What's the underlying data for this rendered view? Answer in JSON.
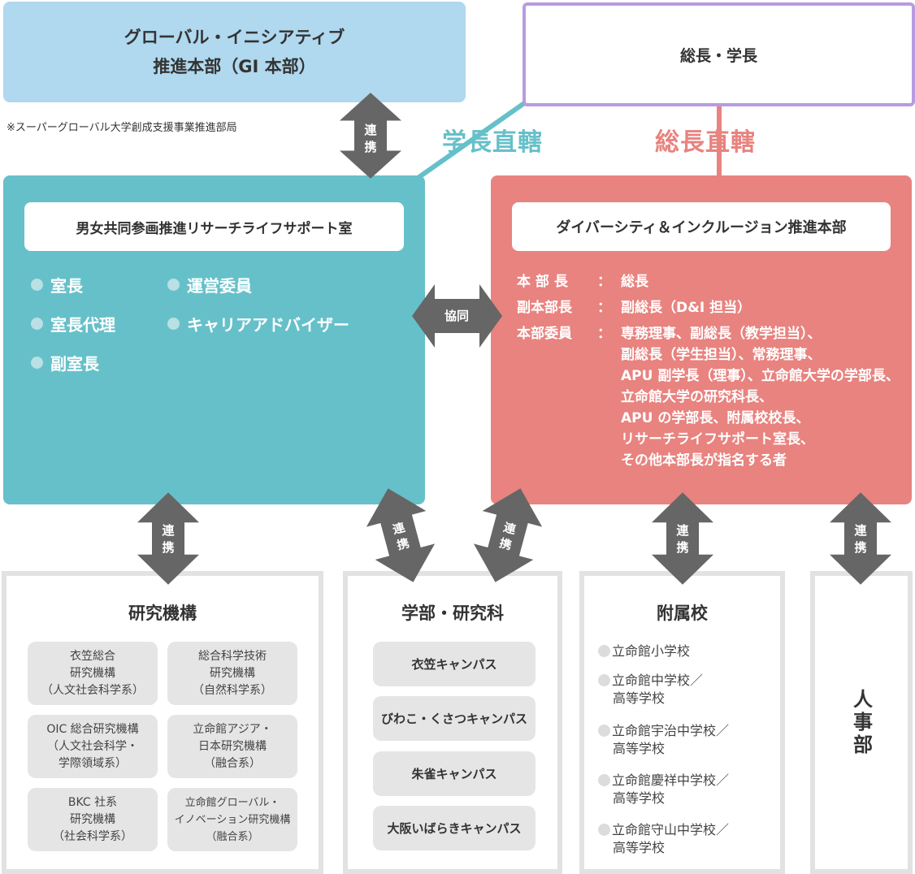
{
  "colors": {
    "gi_blue": "#b0d8ef",
    "president_border": "#b89be0",
    "teal": "#66c0c9",
    "red": "#e8837f",
    "arrow": "#666666",
    "gray_border": "#e2e2e2",
    "gray_card": "#e5e5e5"
  },
  "gi": {
    "line1": "グローバル・イニシアティブ",
    "line2": "推進本部（GI 本部）",
    "note": "※スーパーグローバル大学創成支援事業推進部局"
  },
  "president": {
    "title": "総長・学長"
  },
  "direct_labels": {
    "gakucho": "学長直轄",
    "socho": "総長直轄"
  },
  "arrows": {
    "renkei": "連携",
    "kyodo": "協同",
    "renkei_chars": [
      "連",
      "携"
    ]
  },
  "research_life": {
    "title": "男女共同参画推進リサーチライフサポート室",
    "items_col1": [
      "室長",
      "室長代理",
      "副室長"
    ],
    "items_col2": [
      "運営委員",
      "キャリアアドバイザー"
    ]
  },
  "dni": {
    "title": "ダイバーシティ＆インクルージョン推進本部",
    "rows": [
      {
        "label": "本 部 長",
        "colon": "：",
        "value": [
          "総長"
        ]
      },
      {
        "label": "副本部長",
        "colon": "：",
        "value": [
          "副総長（D&I 担当）"
        ]
      },
      {
        "label": "本部委員",
        "colon": "：",
        "value": [
          "専務理事、副総長（教学担当）、",
          "副総長（学生担当）、常務理事、",
          "APU 副学長（理事）、立命館大学の学部長、",
          "立命館大学の研究科長、",
          "APU の学部長、附属校校長、",
          "リサーチライフサポート室長、",
          "その他本部長が指名する者"
        ]
      }
    ]
  },
  "research_org": {
    "title": "研究機構",
    "cards": [
      [
        "衣笠総合",
        "研究機構",
        "（人文社会科学系）"
      ],
      [
        "総合科学技術",
        "研究機構",
        "（自然科学系）"
      ],
      [
        "OIC 総合研究機構",
        "（人文社会科学・",
        "学際領域系）"
      ],
      [
        "立命館アジア・",
        "日本研究機構",
        "（融合系）"
      ],
      [
        "BKC 社系",
        "研究機構",
        "（社会科学系）"
      ],
      [
        "立命館グローバル・",
        "イノベーション研究機構",
        "（融合系）"
      ]
    ]
  },
  "faculties": {
    "title": "学部・研究科",
    "campuses": [
      "衣笠キャンパス",
      "びわこ・くさつキャンパス",
      "朱雀キャンパス",
      "大阪いばらきキャンパス"
    ]
  },
  "affiliated": {
    "title": "附属校",
    "schools": [
      [
        "立命館小学校"
      ],
      [
        "立命館中学校／",
        "高等学校"
      ],
      [
        "立命館宇治中学校／",
        "高等学校"
      ],
      [
        "立命館慶祥中学校／",
        "高等学校"
      ],
      [
        "立命館守山中学校／",
        "高等学校"
      ]
    ]
  },
  "hr": {
    "title": "人事部"
  }
}
